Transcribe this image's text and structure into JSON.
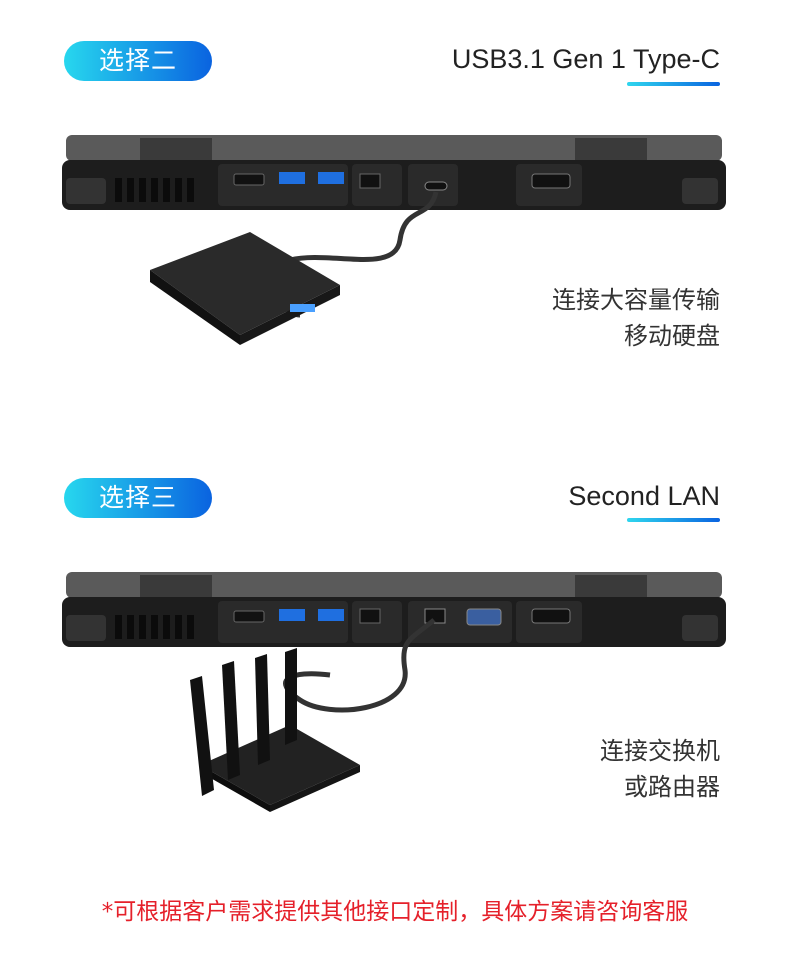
{
  "sections": [
    {
      "option_label": "选择二",
      "title": "USB3.1 Gen 1 Type-C",
      "description_lines": [
        "连接大容量传输",
        "移动硬盘"
      ],
      "device": "portable-hard-drive"
    },
    {
      "option_label": "选择三",
      "title": "Second LAN",
      "description_lines": [
        "连接交换机",
        "或路由器"
      ],
      "device": "router"
    }
  ],
  "footer_note": "*可根据客户需求提供其他接口定制，具体方案请咨询客服",
  "colors": {
    "pill_start": "#27d7ee",
    "pill_end": "#0a63e0",
    "note": "#e5202a"
  }
}
